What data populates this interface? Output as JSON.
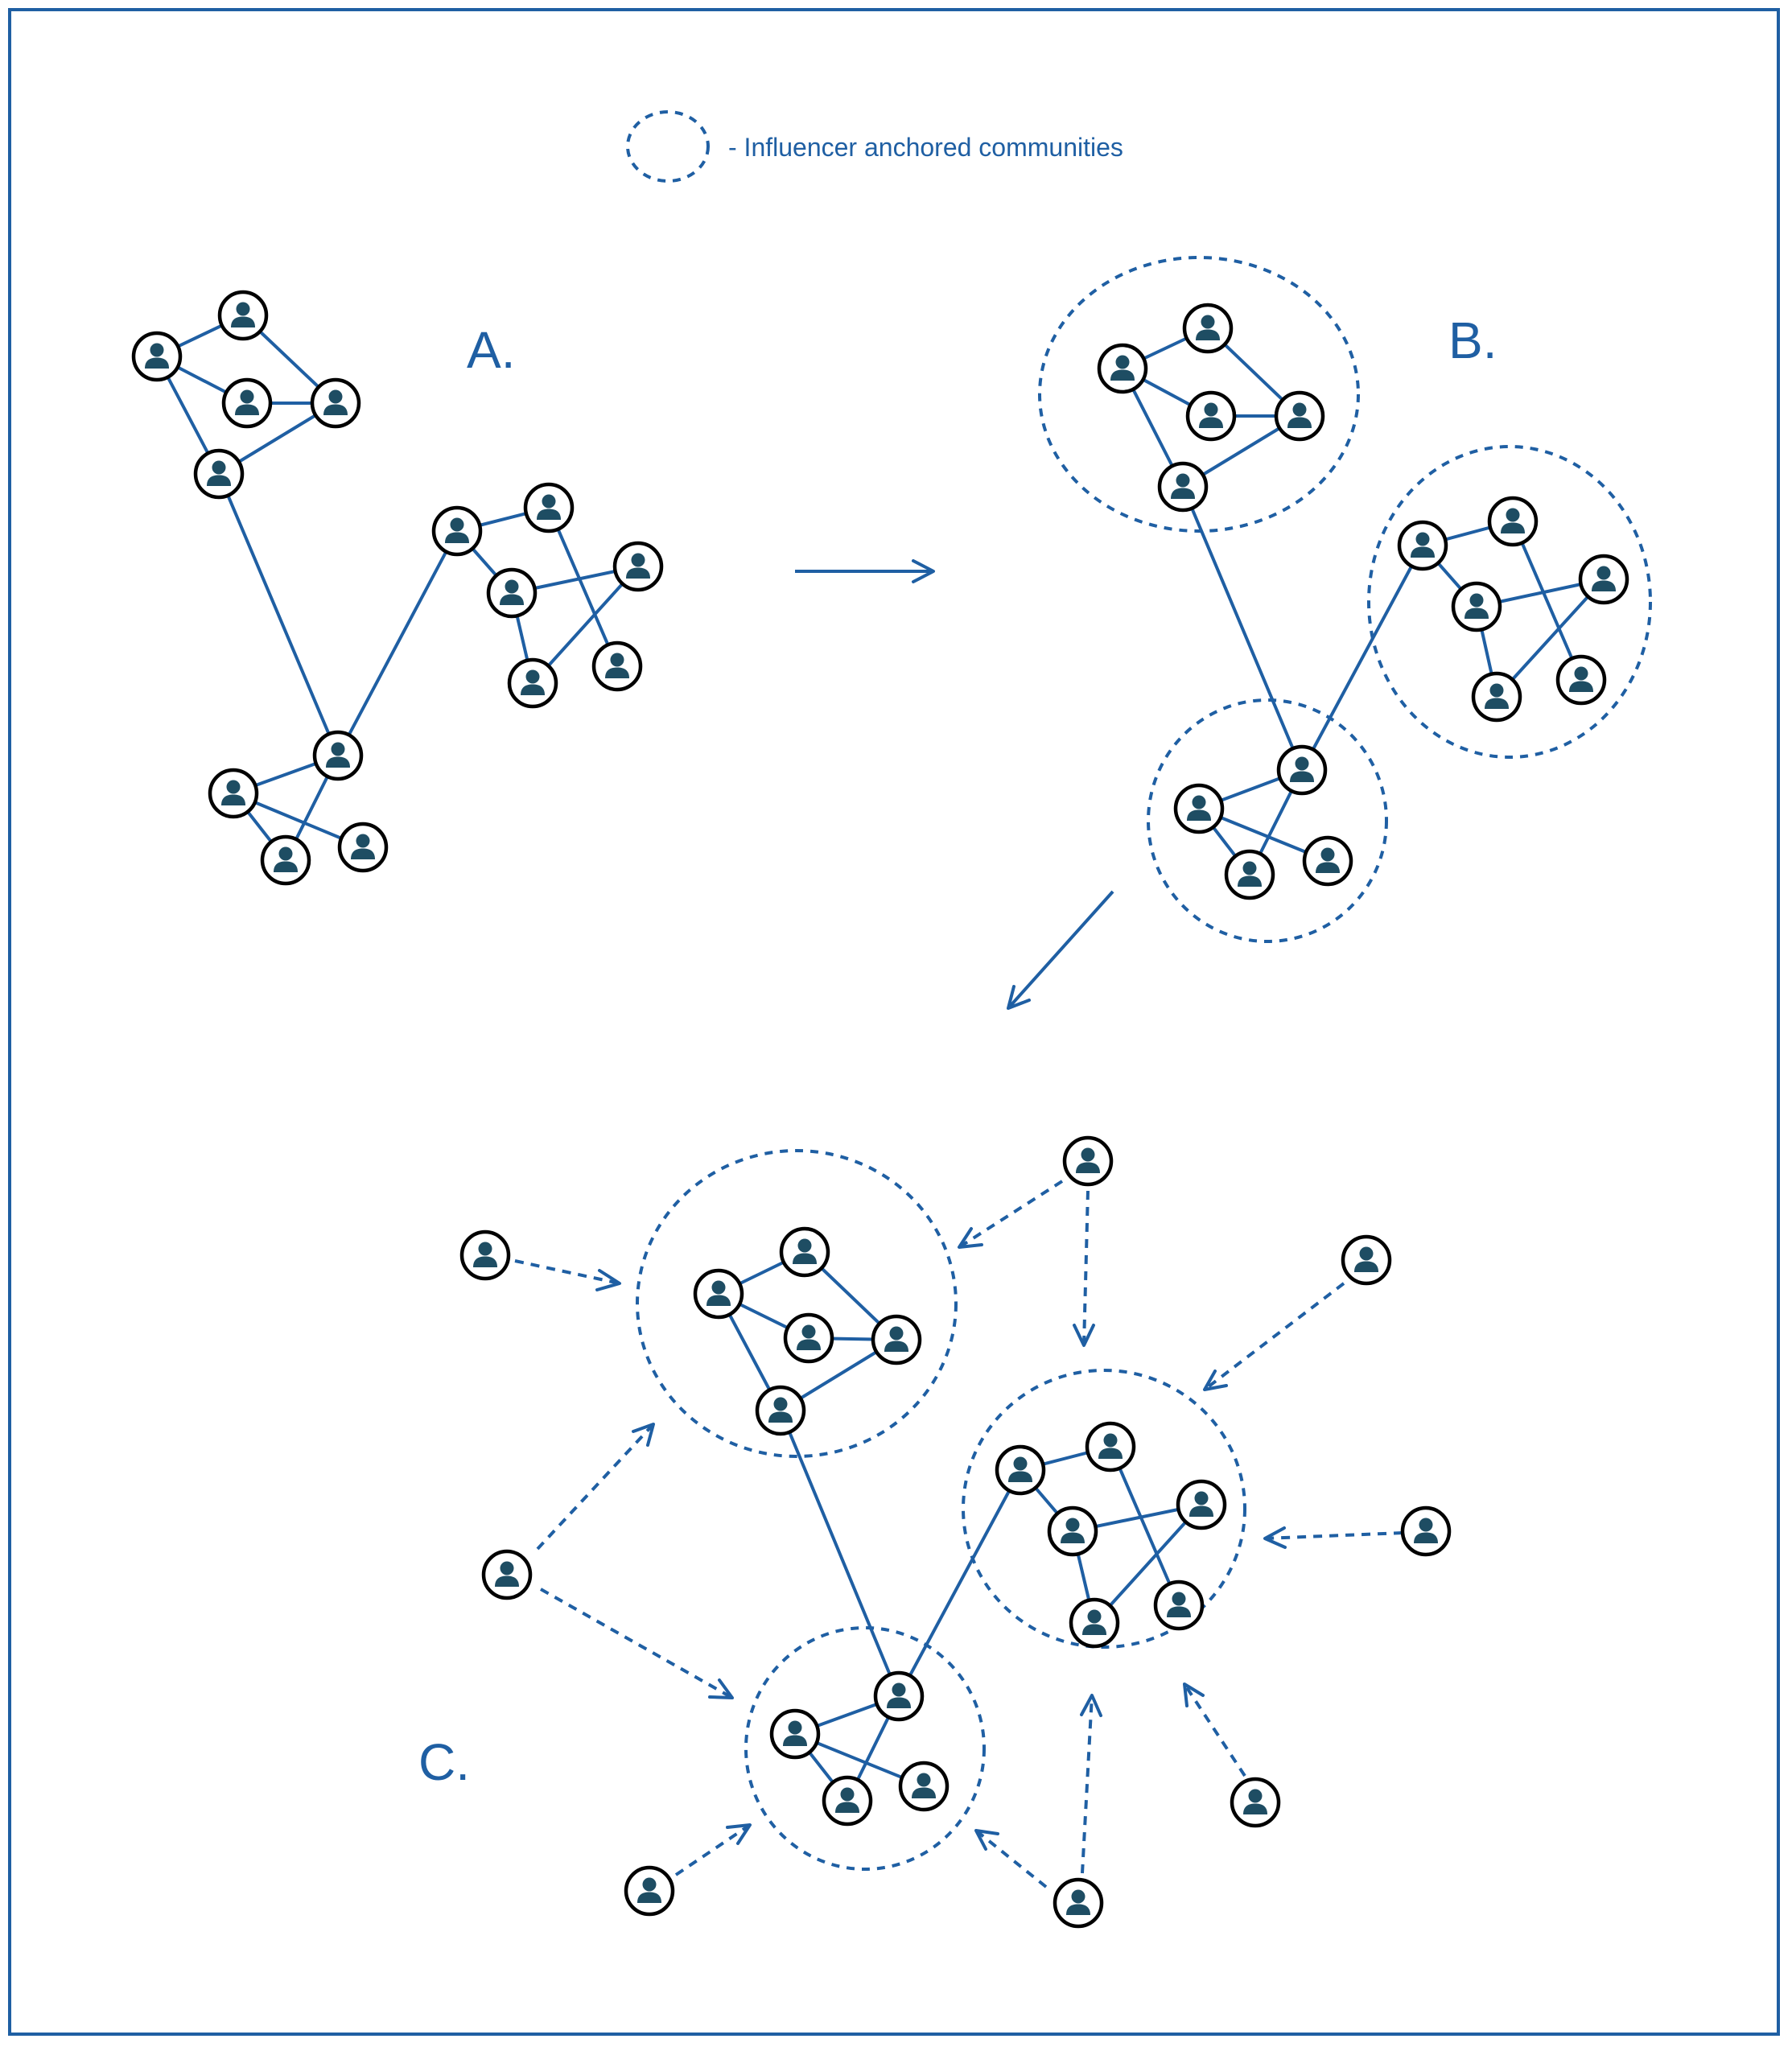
{
  "legend": {
    "text": "- Influencer anchored communities"
  },
  "panels": {
    "a": "A.",
    "b": "B.",
    "c": "C."
  },
  "colors": {
    "accent": "#1f5fa3",
    "node_border": "#000000",
    "person_icon": "#1e4d63",
    "background": "#ffffff"
  },
  "icons": {
    "node": "person-icon",
    "community": "dashed-circle",
    "flow": "arrow-icon"
  }
}
